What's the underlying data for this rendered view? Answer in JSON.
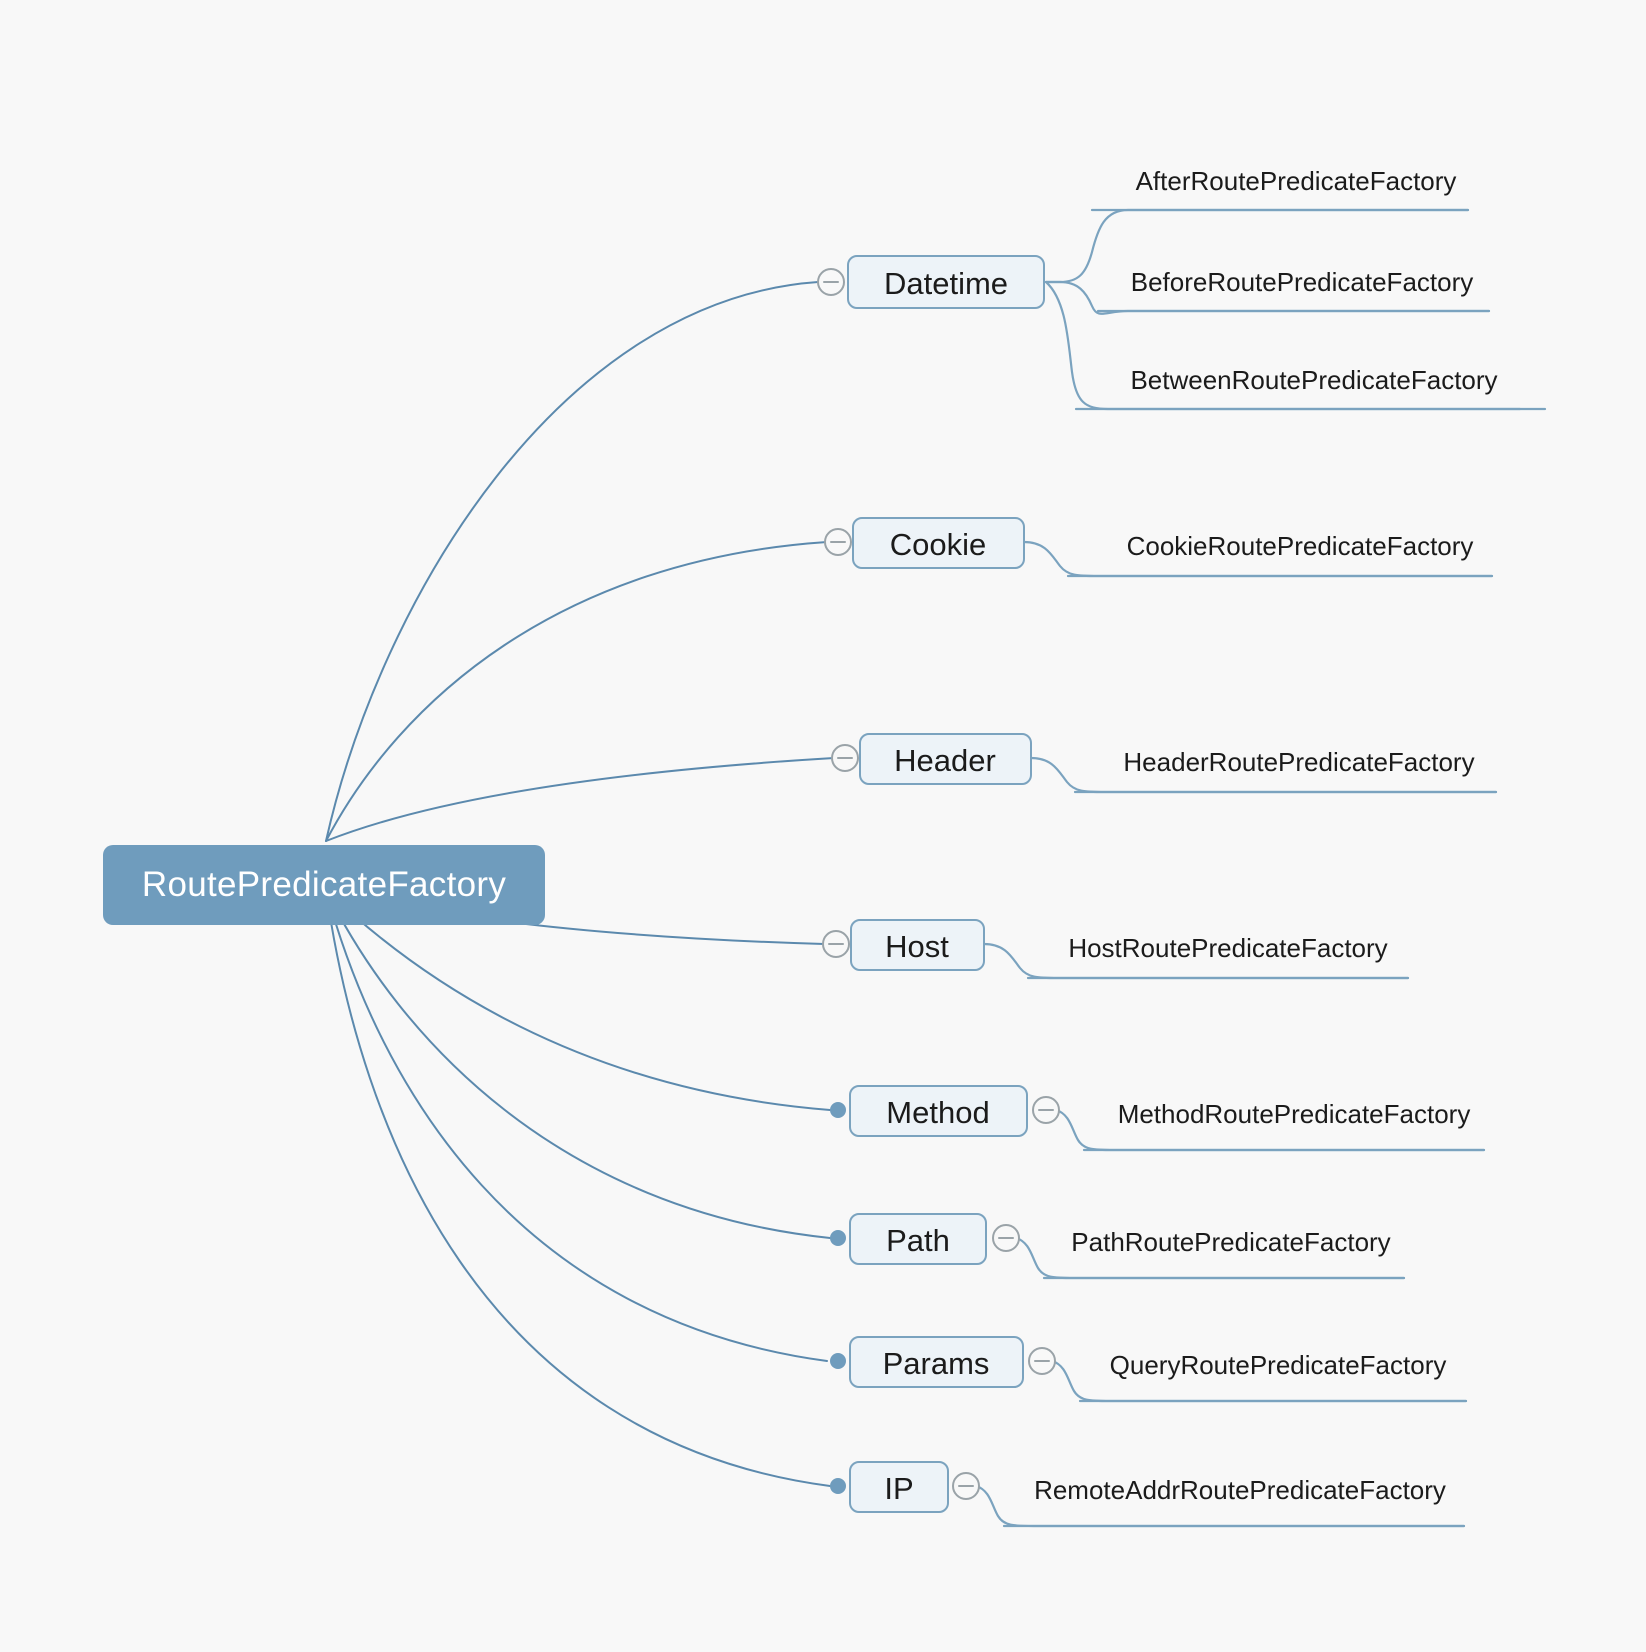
{
  "diagram": {
    "type": "mindmap",
    "background_color": "#f8f8f8",
    "root": {
      "label": "RoutePredicateFactory",
      "fill_color": "#6f9cbd",
      "text_color": "#ffffff"
    },
    "node_fill_color": "#edf3f8",
    "node_stroke_color": "#7ba3bf",
    "edge_color": "#5b89ad",
    "toggle_icon": "collapse-minus-icon",
    "bullet_icon": "bullet-dot-icon",
    "branches": [
      {
        "label": "Datetime",
        "toggle_side": "left",
        "toggle_state": "expanded",
        "has_bullet": false,
        "children": [
          "AfterRoutePredicateFactory",
          "BeforeRoutePredicateFactory",
          "BetweenRoutePredicateFactory"
        ]
      },
      {
        "label": "Cookie",
        "toggle_side": "left",
        "toggle_state": "expanded",
        "has_bullet": false,
        "children": [
          "CookieRoutePredicateFactory"
        ]
      },
      {
        "label": "Header",
        "toggle_side": "left",
        "toggle_state": "expanded",
        "has_bullet": false,
        "children": [
          "HeaderRoutePredicateFactory"
        ]
      },
      {
        "label": "Host",
        "toggle_side": "left",
        "toggle_state": "expanded",
        "has_bullet": false,
        "children": [
          "HostRoutePredicateFactory"
        ]
      },
      {
        "label": "Method",
        "toggle_side": "right",
        "toggle_state": "expanded",
        "has_bullet": true,
        "children": [
          "MethodRoutePredicateFactory"
        ]
      },
      {
        "label": "Path",
        "toggle_side": "right",
        "toggle_state": "expanded",
        "has_bullet": true,
        "children": [
          "PathRoutePredicateFactory"
        ]
      },
      {
        "label": "Params",
        "toggle_side": "right",
        "toggle_state": "expanded",
        "has_bullet": true,
        "children": [
          "QueryRoutePredicateFactory"
        ]
      },
      {
        "label": "IP",
        "toggle_side": "right",
        "toggle_state": "expanded",
        "has_bullet": true,
        "children": [
          "RemoteAddrRoutePredicateFactory"
        ]
      }
    ]
  }
}
